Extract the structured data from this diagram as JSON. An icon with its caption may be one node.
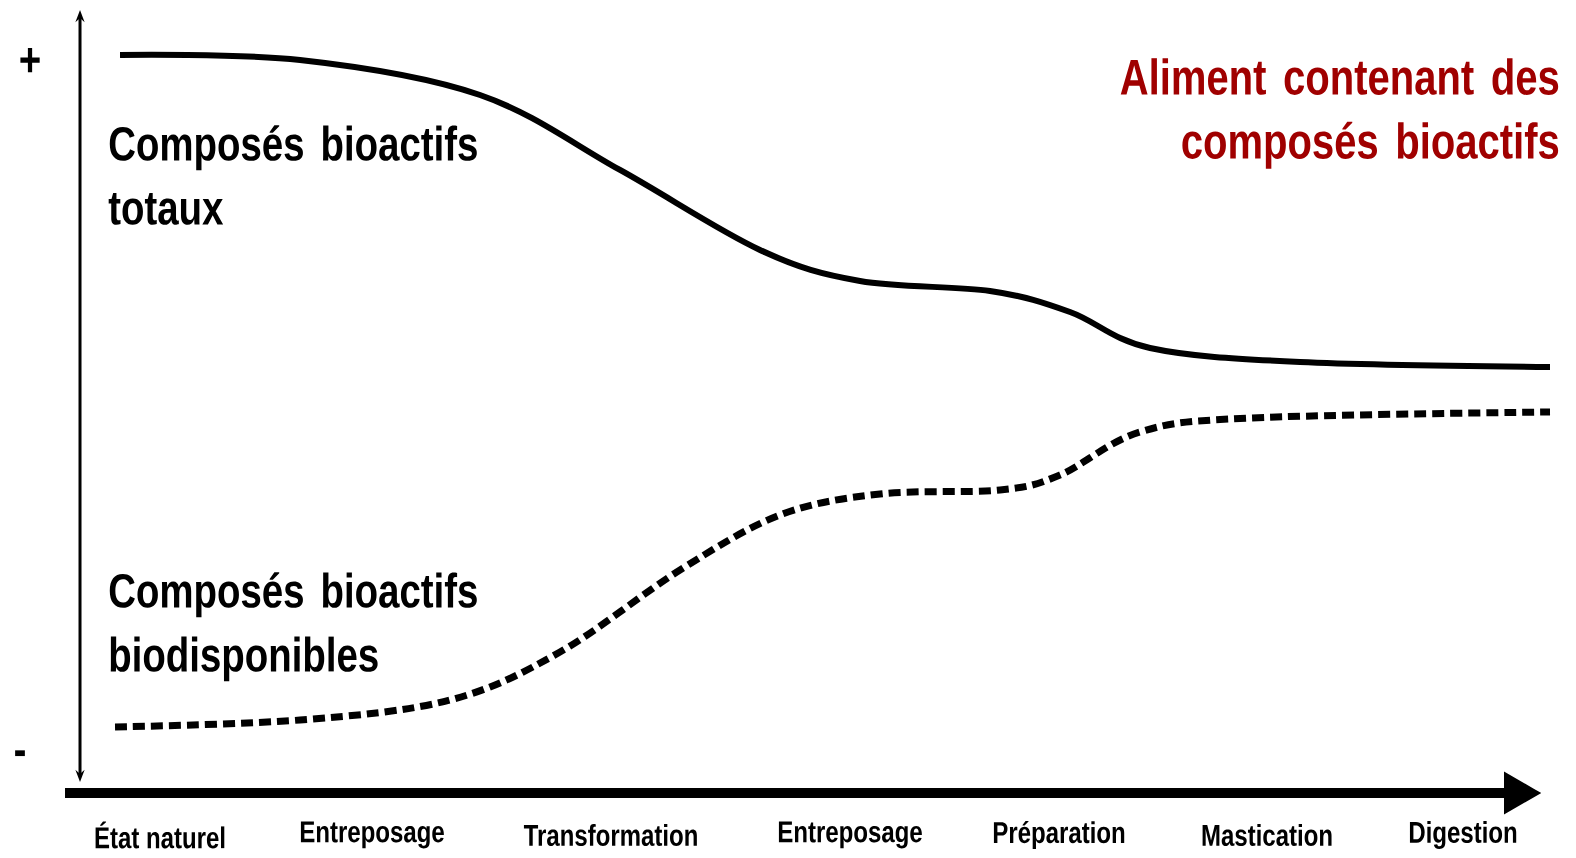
{
  "diagram": {
    "labels": [
      "+",
      "Aliment contenant des composés bioactifs",
      "Composés bioactifs totaux",
      "Composés bioactifs biodisponibles",
      "-",
      "État naturel",
      "Entreposage",
      "Transformation",
      "Entreposage",
      "Préparation",
      "Mastication",
      "Digestion"
    ]
  }
}
